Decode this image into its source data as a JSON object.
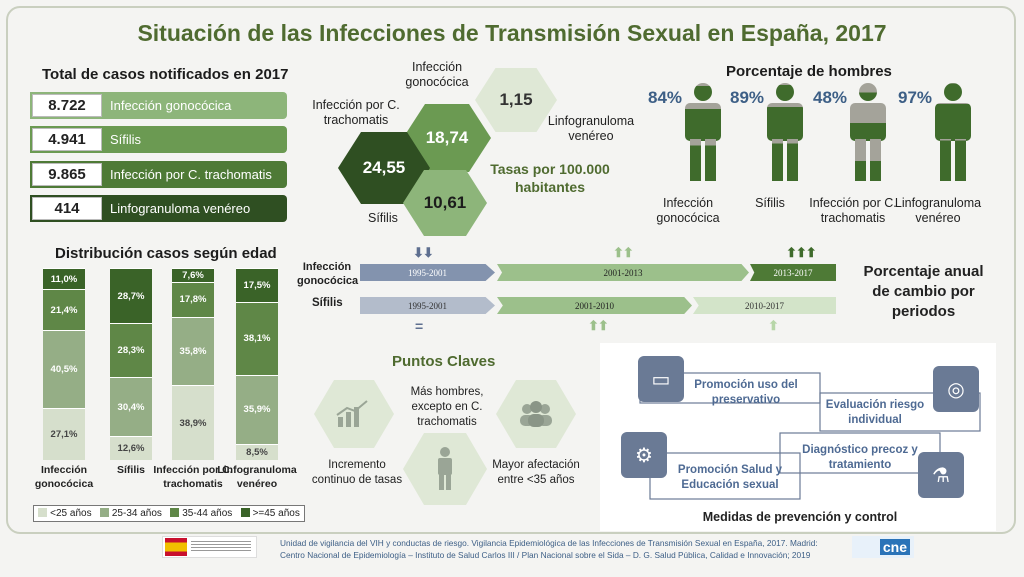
{
  "title": "Situación de las Infecciones de Transmisión Sexual en España, 2017",
  "colors": {
    "gonococica": "#8db57a",
    "sifilis": "#6b9a52",
    "trachomatis": "#4e7a36",
    "lgv": "#2f4f22",
    "lt25": "#d6dfcc",
    "b25_34": "#95ae86",
    "b35_44": "#5f8747",
    "ge45": "#3a6328"
  },
  "total": {
    "heading": "Total de casos notificados en 2017",
    "rows": [
      {
        "value": "8.722",
        "label": "Infección gonocócica"
      },
      {
        "value": "4.941",
        "label": "Sífilis"
      },
      {
        "value": "9.865",
        "label": "Infección por C. trachomatis"
      },
      {
        "value": "414",
        "label": "Linfogranuloma venéreo"
      }
    ]
  },
  "tasas": {
    "label_gono": "Infección gonocócica",
    "label_trach": "Infección por C. trachomatis",
    "label_sif": "Sífilis",
    "label_lgv": "Linfogranuloma venéreo",
    "v_lgv": "1,15",
    "v_gono": "18,74",
    "v_trach": "24,55",
    "v_sif": "10,61",
    "caption": "Tasas por 100.000 habitantes"
  },
  "hombres": {
    "heading": "Porcentaje de hombres",
    "items": [
      {
        "pct": "84%",
        "label": "Infección gonocócica",
        "fraction": 0.84
      },
      {
        "pct": "89%",
        "label": "Sífilis",
        "fraction": 0.89
      },
      {
        "pct": "48%",
        "label": "Infección por C. trachomatis",
        "fraction": 0.48
      },
      {
        "pct": "97%",
        "label": "Linfogranuloma venéreo",
        "fraction": 0.97
      }
    ]
  },
  "edad": {
    "heading": "Distribución casos según edad",
    "legend": [
      "<25 años",
      "25-34 años",
      "35-44 años",
      ">=45 años"
    ]
  },
  "chart_data": {
    "type": "bar",
    "stacked": true,
    "title": "Distribución casos según edad",
    "categories": [
      "Infección gonocócica",
      "Sífilis",
      "Infección por C. trachomatis",
      "Linfogranuloma venéreo"
    ],
    "series": [
      {
        "name": "<25 años",
        "values": [
          27.1,
          12.6,
          38.9,
          8.5
        ]
      },
      {
        "name": "25-34 años",
        "values": [
          40.5,
          30.4,
          35.8,
          35.9
        ]
      },
      {
        "name": "35-44 años",
        "values": [
          21.4,
          28.3,
          17.8,
          38.1
        ]
      },
      {
        "name": ">=45 años",
        "values": [
          11.0,
          28.7,
          7.6,
          17.5
        ]
      }
    ],
    "data_labels": [
      [
        "27,1%",
        "40,5%",
        "21,4%",
        "11,0%"
      ],
      [
        "12,6%",
        "30,4%",
        "28,3%",
        "28,7%"
      ],
      [
        "38,9%",
        "35,8%",
        "17,8%",
        "7,6%"
      ],
      [
        "8,5%",
        "35,9%",
        "38,1%",
        "17,5%"
      ]
    ],
    "ylim": [
      0,
      100
    ],
    "legend_position": "bottom"
  },
  "cambio": {
    "heading": "Porcentaje anual de cambio por periodos",
    "gono_label": "Infección gonocócica",
    "sif_label": "Sífilis",
    "gono_periods": [
      "1995-2001",
      "2001-2013",
      "2013-2017"
    ],
    "sif_periods": [
      "1995-2001",
      "2001-2010",
      "2010-2017"
    ]
  },
  "claves": {
    "heading": "Puntos Claves",
    "incremento": "Incremento continuo de tasas",
    "hombres": "Más hombres, excepto en C. trachomatis",
    "afectacion": "Mayor afectación entre <35 años"
  },
  "medidas": {
    "heading": "Medidas de prevención y control",
    "promocion_uso": "Promoción uso del preservativo",
    "evaluacion": "Evaluación riesgo individual",
    "diagnostico": "Diagnóstico precoz y tratamiento",
    "promocion_salud": "Promoción Salud y Educación sexual"
  },
  "footer": {
    "line1": "Unidad de vigilancia del VIH y conductas de riesgo. Vigilancia Epidemiológica de las Infecciones de Transmisión Sexual en España, 2017. Madrid:",
    "line2": "Centro Nacional de Epidemiología – Instituto de Salud Carlos III / Plan Nacional sobre el Sida – D. G. Salud Pública, Calidad e Innovación; 2019",
    "logo_text": "cne"
  }
}
